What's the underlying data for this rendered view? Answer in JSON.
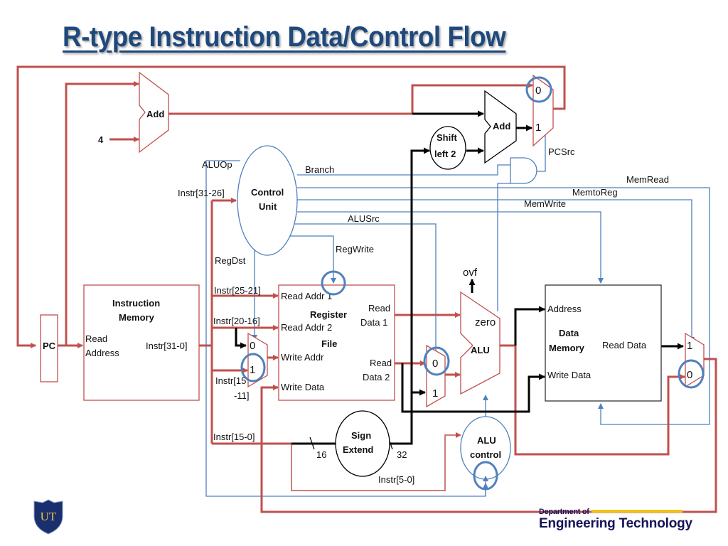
{
  "title": "R-type Instruction Data/Control Flow",
  "colors": {
    "active_path": "#c0504d",
    "control_signal": "#4f81bd",
    "inactive_path": "#000000",
    "title": "#1f497d",
    "highlight_circle": "#4f81bd"
  },
  "components": {
    "pc": "PC",
    "instruction_memory": {
      "title_line1": "Instruction",
      "title_line2": "Memory",
      "port_in_line1": "Read",
      "port_in_line2": "Address",
      "port_out": "Instr[31-0]"
    },
    "pc_adder": {
      "label": "Add",
      "constant": "4"
    },
    "branch_adder": {
      "label": "Add"
    },
    "shift_left": {
      "line1": "Shift",
      "line2": "left 2"
    },
    "control_unit": {
      "line1": "Control",
      "line2": "Unit"
    },
    "register_file": {
      "title_line1": "Register",
      "title_line2": "File",
      "read_addr_1": "Read Addr 1",
      "read_addr_2": "Read Addr 2",
      "write_addr": "Write Addr",
      "write_data": "Write Data",
      "read_data_1_line1": "Read",
      "read_data_1_line2": "Data 1",
      "read_data_2_line1": "Read",
      "read_data_2_line2": "Data 2"
    },
    "sign_extend": {
      "line1": "Sign",
      "line2": "Extend",
      "in_width": "16",
      "out_width": "32"
    },
    "alu": {
      "label": "ALU",
      "zero": "zero",
      "ovf": "ovf"
    },
    "alu_control": {
      "line1": "ALU",
      "line2": "control"
    },
    "data_memory": {
      "title_line1": "Data",
      "title_line2": "Memory",
      "address": "Address",
      "write_data": "Write Data",
      "read_data": "Read Data"
    }
  },
  "muxes": {
    "pc_src": {
      "in0": "0",
      "in1": "1",
      "selected": "0"
    },
    "reg_dst": {
      "in0": "0",
      "in1": "1",
      "selected": "1"
    },
    "alu_src": {
      "in0": "0",
      "in1": "1",
      "selected": "0"
    },
    "mem_to_reg": {
      "in0": "0",
      "in1": "1",
      "selected": "0"
    }
  },
  "signals": {
    "aluop": "ALUOp",
    "branch": "Branch",
    "memread": "MemRead",
    "memtoreg": "MemtoReg",
    "memwrite": "MemWrite",
    "alusrc": "ALUSrc",
    "regwrite": "RegWrite",
    "regdst": "RegDst",
    "pcsrc": "PCSrc"
  },
  "instr_fields": {
    "op": "Instr[31-26]",
    "rs": "Instr[25-21]",
    "rt": "Instr[20-16]",
    "rd_line1": "Instr[15",
    "rd_line2": "-11]",
    "imm": "Instr[15-0]",
    "funct": "Instr[5-0]"
  },
  "footer": {
    "logo_text": "UT",
    "dept_prefix": "Department of",
    "dept_name": "Engineering Technology"
  }
}
